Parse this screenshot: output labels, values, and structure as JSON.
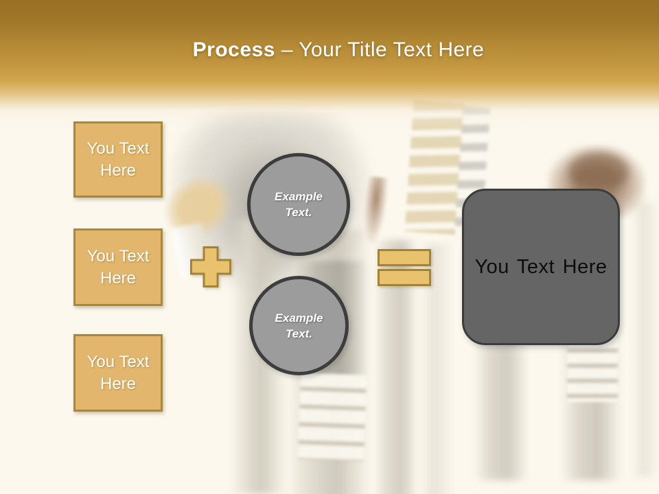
{
  "slide": {
    "title": {
      "bold": "Process",
      "rest": "– Your Title Text Here"
    },
    "input_boxes": [
      {
        "label": "You Text Here"
      },
      {
        "label": "You Text Here"
      },
      {
        "label": "You Text Here"
      }
    ],
    "example_circles": [
      {
        "label": "Example Text."
      },
      {
        "label": "Example Text."
      }
    ],
    "result_box": {
      "label": "You Text Here"
    },
    "icons": {
      "plus": "+",
      "equals": "="
    },
    "colors": {
      "gold_fill": "#e2b66c",
      "gold_border": "#a8893c",
      "operator_fill": "#e9c26e",
      "operator_border": "#a2833a",
      "circle_fill": "#9c9c9c",
      "circle_border": "#3d3d3d",
      "result_fill": "#656565",
      "result_border": "#3c3c3c",
      "header_gold_dark": "#997026",
      "header_gold_light": "#d0a54c",
      "background_cream": "#fcf8ee",
      "title_text": "#ffffff"
    }
  }
}
